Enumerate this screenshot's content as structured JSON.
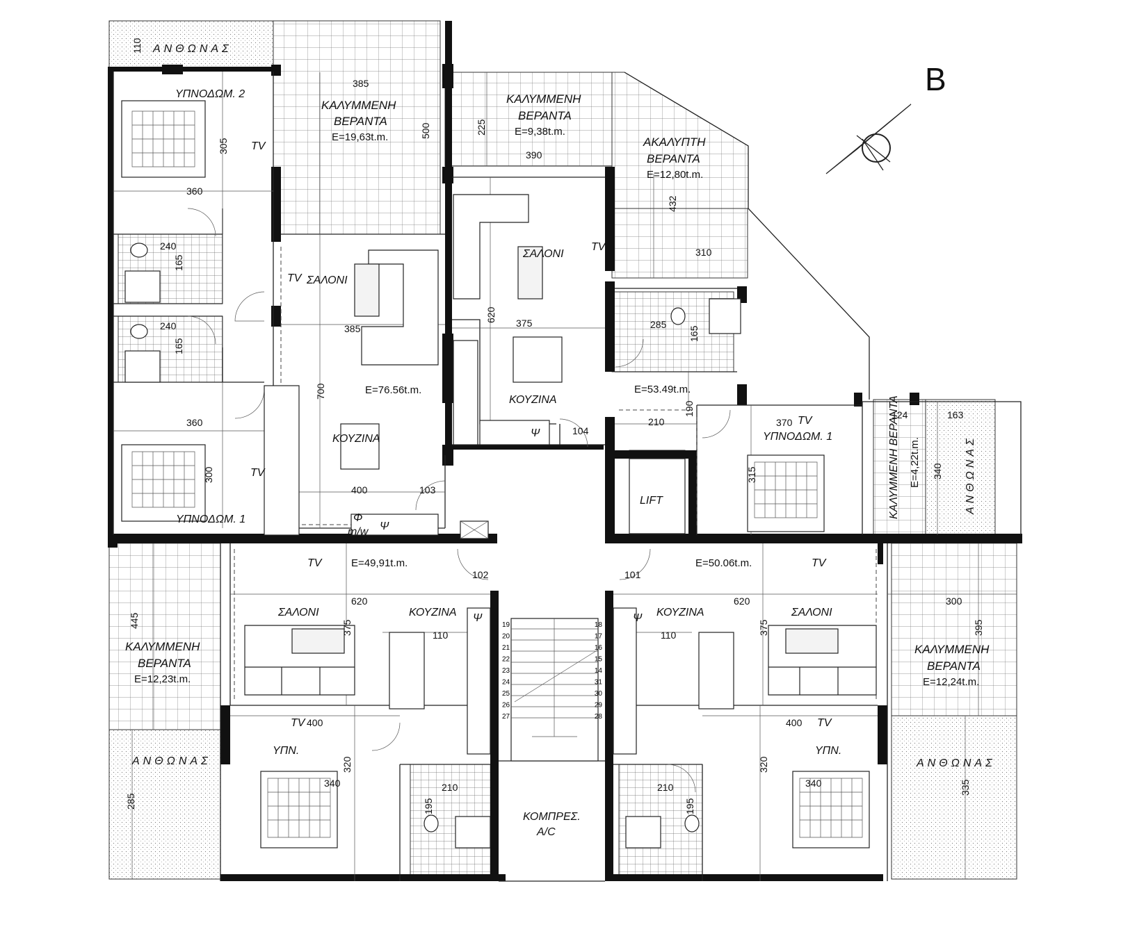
{
  "compass": {
    "letter": "B"
  },
  "labels": {
    "anthonas": "ΑΝΘΩΝΑΣ",
    "kalymmeni": "ΚΑΛΥΜΜΕΝΗ",
    "veranta": "ΒΕΡΑΝΤΑ",
    "akalypti": "ΑΚΑΛΥΠΤΗ",
    "ypnodom1": "ΥΠΝΟΔΩΜ. 1",
    "ypnodom2": "ΥΠΝΟΔΩΜ. 2",
    "saloni": "ΣΑΛΟΝΙ",
    "kouzina": "ΚΟΥΖΙΝΑ",
    "ypn": "ΥΠΝ.",
    "lift": "LIFT",
    "compressor": "ΚΟΜΠΡΕΣ.",
    "ac": "A/C",
    "tv": "TV",
    "psi": "Ψ",
    "phi": "Φ",
    "mw": "m/w",
    "kalymmeni_veranta_vertical": "ΚΑΛΥΜΜΕΝΗ ΒΕΡΑΝΤΑ",
    "area_4_22_vertical": "E=4,22t.m."
  },
  "areas": {
    "ver_19_63": "E=19,63t.m.",
    "ver_9_38": "E=9,38t.m.",
    "ver_12_80": "E=12,80t.m.",
    "apt_76_56": "E=76.56t.m.",
    "apt_53_49": "E=53.49t.m.",
    "apt_49_91": "E=49,91t.m.",
    "apt_50_06": "E=50.06t.m.",
    "ver_12_23": "E=12,23t.m.",
    "ver_12_24": "E=12,24t.m."
  },
  "dims": {
    "d110": "110",
    "d385": "385",
    "d500": "500",
    "d305": "305",
    "d360": "360",
    "d240": "240",
    "d165": "165",
    "d700": "700",
    "d300": "300",
    "d400": "400",
    "d225": "225",
    "d390": "390",
    "d432": "432",
    "d310": "310",
    "d620": "620",
    "d375": "375",
    "d285": "285",
    "d190": "190",
    "d210": "210",
    "d370": "370",
    "d315": "315",
    "d124": "124",
    "d163": "163",
    "d340": "340",
    "d445": "445",
    "d110b": "110",
    "d320": "320",
    "d195": "195",
    "d395": "395",
    "d335": "335",
    "d400tv": "400"
  },
  "doors": {
    "d101": "101",
    "d102": "102",
    "d103": "103",
    "d104": "104"
  },
  "stairs": {
    "left": [
      "19",
      "20",
      "21",
      "22",
      "23",
      "24",
      "25",
      "26",
      "27"
    ],
    "right": [
      "18",
      "17",
      "16",
      "15",
      "14",
      "31",
      "30",
      "29",
      "28"
    ]
  }
}
